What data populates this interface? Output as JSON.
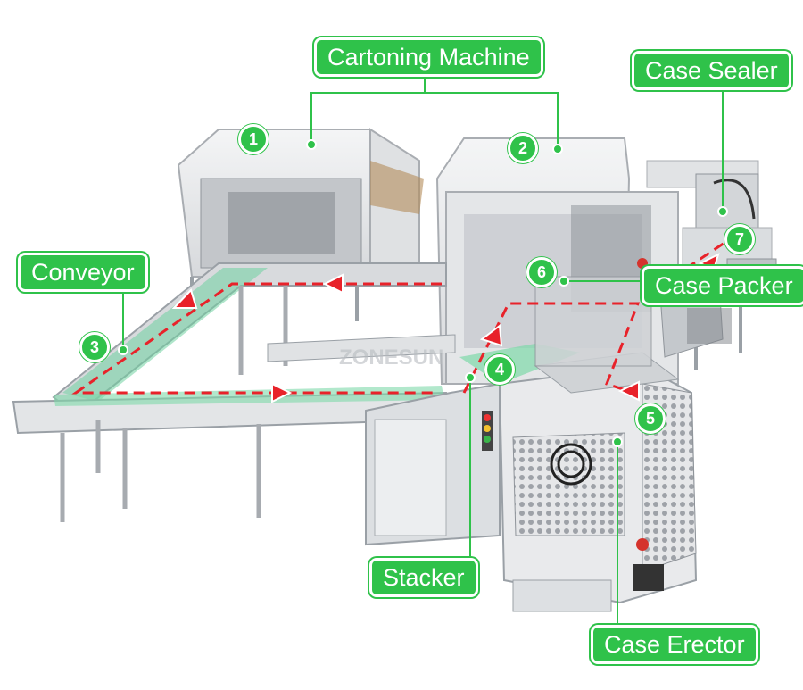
{
  "labels": {
    "cartoning_machine": "Cartoning Machine",
    "case_sealer": "Case Sealer",
    "conveyor": "Conveyor",
    "case_packer": "Case Packer",
    "stacker": "Stacker",
    "case_erector": "Case Erector"
  },
  "markers": {
    "m1": "1",
    "m2": "2",
    "m3": "3",
    "m4": "4",
    "m5": "5",
    "m6": "6",
    "m7": "7"
  },
  "watermark": "ZONESUN",
  "colors": {
    "label_green": "#2fc24a",
    "flow_arrow_red": "#e8222a",
    "machine_frame": "#c9ccd0",
    "machine_panel": "#e9eaec"
  }
}
